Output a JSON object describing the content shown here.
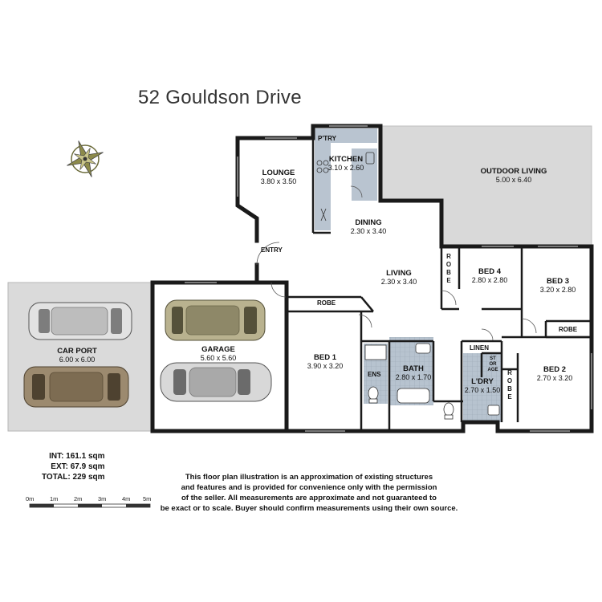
{
  "title": "52 Gouldson Drive",
  "rooms": {
    "lounge": {
      "name": "LOUNGE",
      "dims": "3.80 x 3.50"
    },
    "kitchen": {
      "name": "KITCHEN",
      "dims": "3.10 x 2.60"
    },
    "ptry": {
      "name": "P'TRY"
    },
    "outdoor": {
      "name": "OUTDOOR LIVING",
      "dims": "5.00 x 6.40"
    },
    "dining": {
      "name": "DINING",
      "dims": "2.30 x 3.40"
    },
    "entry": {
      "name": "ENTRY"
    },
    "living": {
      "name": "LIVING",
      "dims": "2.30 x 3.40"
    },
    "robe4": {
      "name": "ROBE"
    },
    "bed4": {
      "name": "BED 4",
      "dims": "2.80 x 2.80"
    },
    "bed3": {
      "name": "BED 3",
      "dims": "3.20 x 2.80"
    },
    "robe_bed3": {
      "name": "ROBE"
    },
    "carport": {
      "name": "CAR PORT",
      "dims": "6.00 x 6.00"
    },
    "garage": {
      "name": "GARAGE",
      "dims": "5.60 x 5.60"
    },
    "robe1": {
      "name": "ROBE"
    },
    "bed1": {
      "name": "BED 1",
      "dims": "3.90 x 3.20"
    },
    "ens": {
      "name": "ENS"
    },
    "bath": {
      "name": "BATH",
      "dims": "2.80 x 1.70"
    },
    "linen": {
      "name": "LINEN"
    },
    "st_age": {
      "name": "ST OR AGE"
    },
    "ldry": {
      "name": "L'DRY",
      "dims": "2.70 x 1.50"
    },
    "robe2": {
      "name": "ROBE"
    },
    "bed2": {
      "name": "BED 2",
      "dims": "2.70 x 3.20"
    }
  },
  "stats": {
    "int": "INT: 161.1 sqm",
    "ext": "EXT: 67.9 sqm",
    "total": "TOTAL: 229 sqm"
  },
  "scale": [
    "0m",
    "1m",
    "2m",
    "3m",
    "4m",
    "5m"
  ],
  "disclaimer": {
    "line1": "This floor plan illustration is an approximation of existing structures",
    "line2": "and features and is provided for convenience only with the permission",
    "line3": "of the seller. All measurements are approximate and not guaranteed to",
    "line4": "be exact or to scale. Buyer should confirm measurements using their own source."
  },
  "icons": {
    "compass": "compass-rose-icon"
  },
  "colors": {
    "outdoor": "#d9d9d9",
    "carport": "#dadada",
    "floor": "#ffffff",
    "wet_area": "#b9c4d0",
    "wall": "#1a1a1a"
  }
}
